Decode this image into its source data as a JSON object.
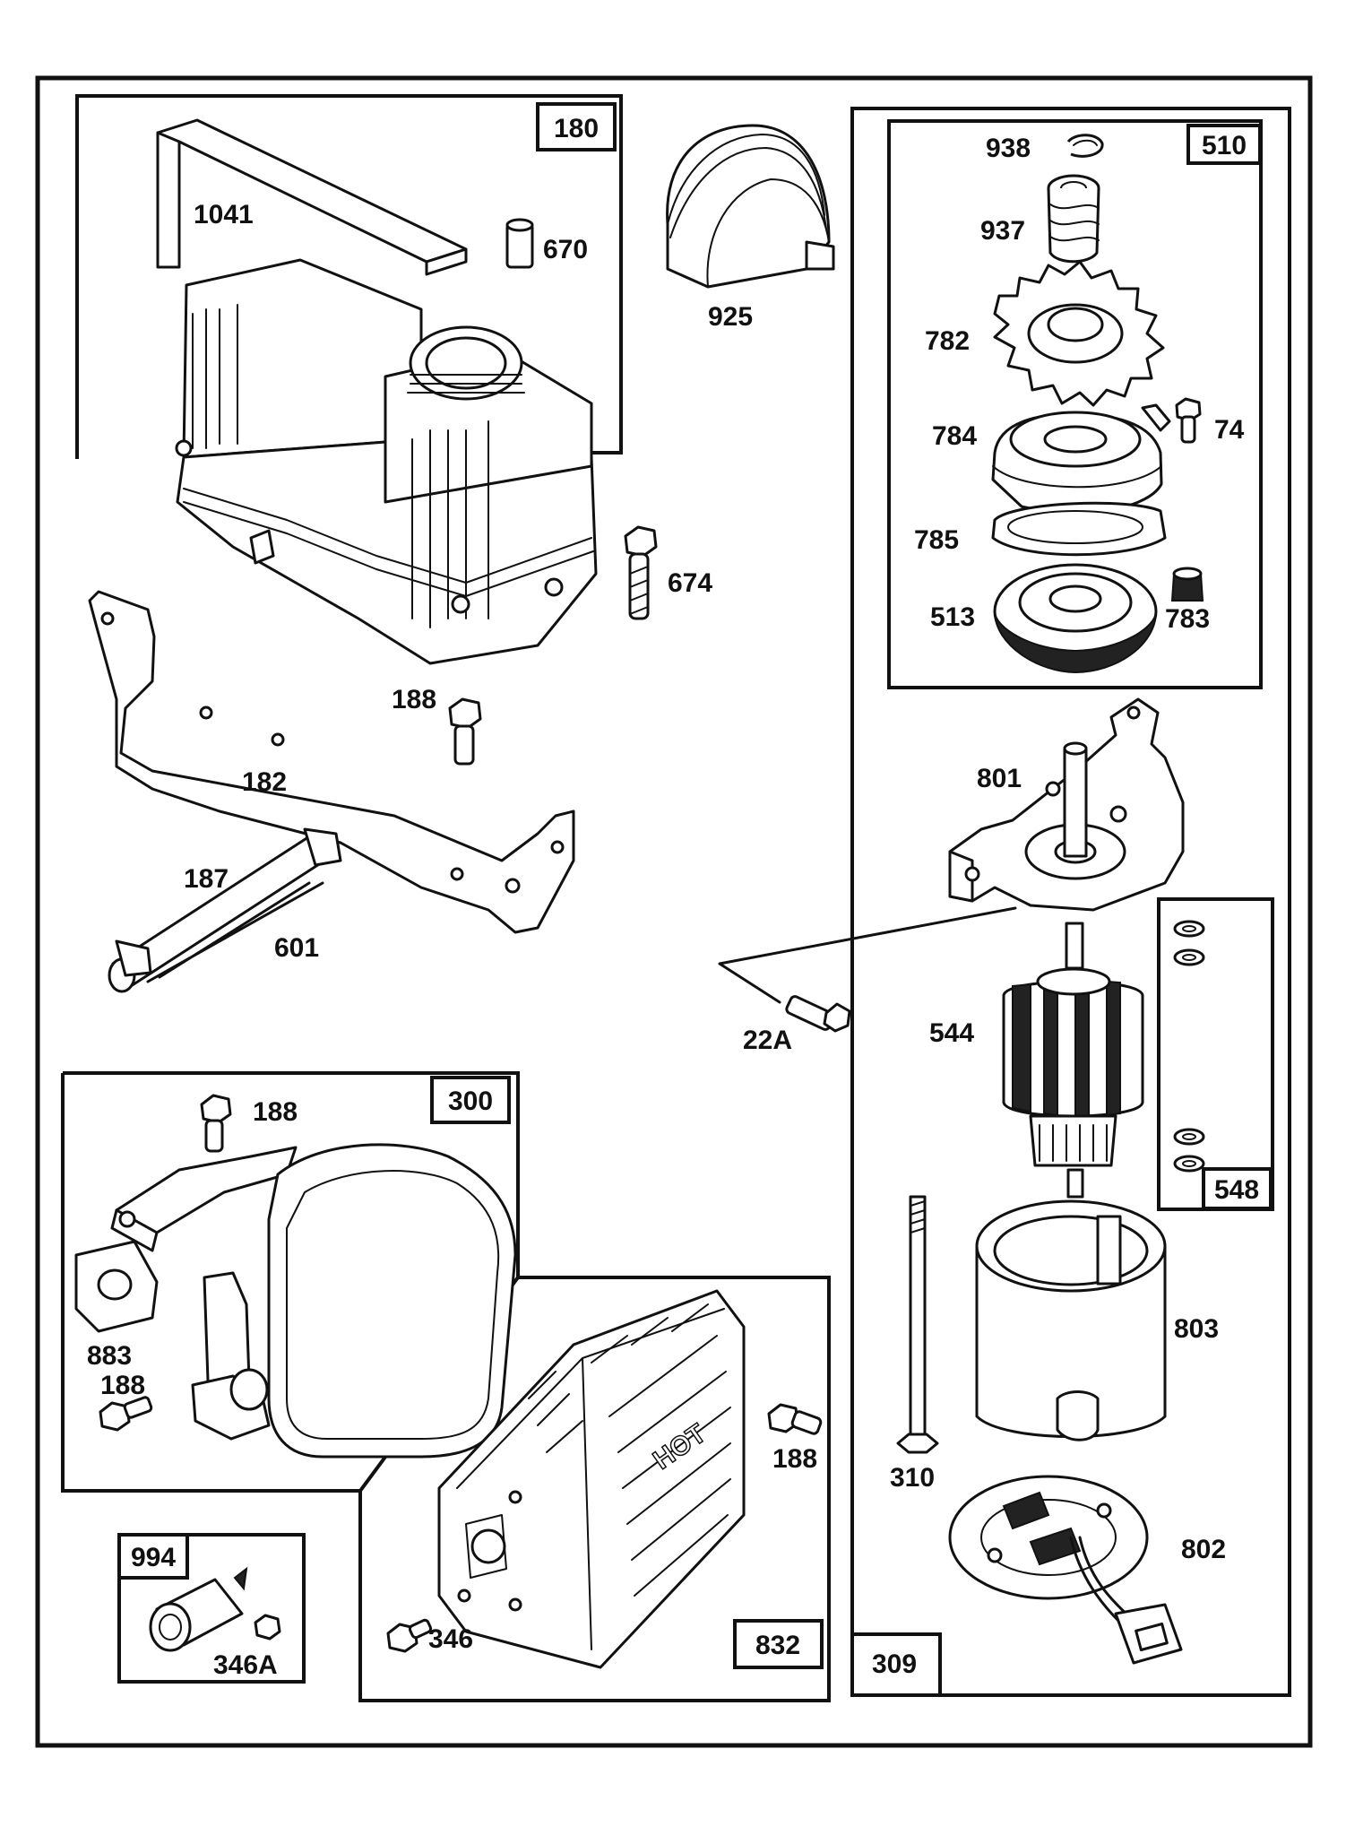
{
  "groups": {
    "g180": "180",
    "g510": "510",
    "g548": "548",
    "g300": "300",
    "g994": "994",
    "g832": "832",
    "g309": "309"
  },
  "parts": {
    "p1041": "1041",
    "p670": "670",
    "p925": "925",
    "p674": "674",
    "p188a": "188",
    "p182": "182",
    "p187": "187",
    "p601": "601",
    "p22a": "22A",
    "p188b": "188",
    "p883": "883",
    "p188c": "188",
    "p188d": "188",
    "p346": "346",
    "p346a": "346A",
    "p938": "938",
    "p937": "937",
    "p782": "782",
    "p784": "784",
    "p74": "74",
    "p785": "785",
    "p513": "513",
    "p783": "783",
    "p801": "801",
    "p544": "544",
    "p803": "803",
    "p310": "310",
    "p802": "802"
  },
  "muffler_guard_text": "HOT"
}
